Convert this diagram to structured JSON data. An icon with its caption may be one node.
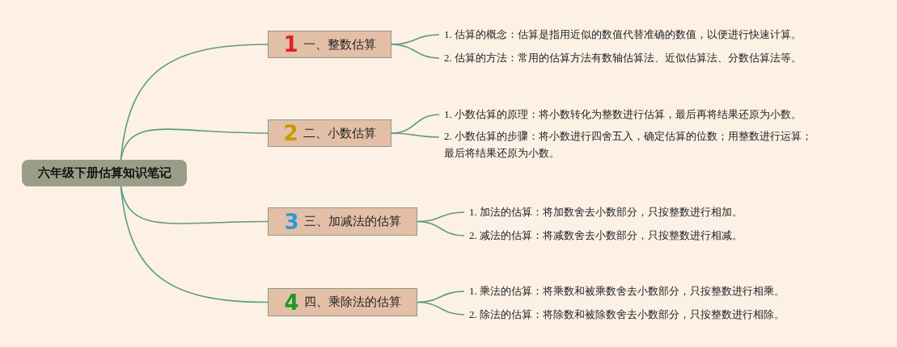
{
  "diagram": {
    "nodes": [
      {
        "text": [
          "六年级下册估算知识笔记"
        ]
      },
      {
        "text": [
          "1",
          "一、整数估算"
        ]
      },
      {
        "text": [
          "1. 估算的概念：估算是指用近似的数值代替准确的数值，以便进行快速计算。"
        ]
      },
      {
        "text": [
          "2. 估算的方法：常用的估算方法有数轴估算法、近似估算法、分数估算法等。"
        ]
      },
      {
        "text": [
          "2",
          "二、小数估算"
        ]
      },
      {
        "text": [
          "1. 小数估算的原理：将小数转化为整数进行估算，最后再将结果还原为小数。"
        ]
      },
      {
        "text": [
          "2. 小数估算的步骤：将小数进行四舍五入，确定估算的位数；用整数进行运算；最后将结果还原为小数。"
        ]
      },
      {
        "text": [
          "3",
          "三、加减法的估算"
        ]
      },
      {
        "text": [
          "1. 加法的估算：将加数舍去小数部分，只按整数进行相加。"
        ]
      },
      {
        "text": [
          "2. 减法的估算：将减数舍去小数部分，只按整数进行相减。"
        ]
      },
      {
        "text": [
          "4",
          "四、乘除法的估算"
        ]
      },
      {
        "text": [
          "1. 乘法的估算：将乘数和被乘数舍去小数部分，只按整数进行相乘。"
        ]
      },
      {
        "text": [
          "2. 除法的估算：将除数和被除数舍去小数部分，只按整数进行相除。"
        ]
      }
    ],
    "edges": [
      {
        "from": 0,
        "to": 1,
        "arrow": "none"
      },
      {
        "from": 0,
        "to": 4,
        "arrow": "none"
      },
      {
        "from": 0,
        "to": 7,
        "arrow": "none"
      },
      {
        "from": 0,
        "to": 10,
        "arrow": "none"
      },
      {
        "from": 1,
        "to": 2,
        "arrow": "none"
      },
      {
        "from": 1,
        "to": 3,
        "arrow": "none"
      },
      {
        "from": 4,
        "to": 5,
        "arrow": "none"
      },
      {
        "from": 4,
        "to": 6,
        "arrow": "none"
      },
      {
        "from": 7,
        "to": 8,
        "arrow": "none"
      },
      {
        "from": 7,
        "to": 9,
        "arrow": "none"
      },
      {
        "from": 10,
        "to": 11,
        "arrow": "none"
      },
      {
        "from": 10,
        "to": 12,
        "arrow": "none"
      }
    ]
  }
}
